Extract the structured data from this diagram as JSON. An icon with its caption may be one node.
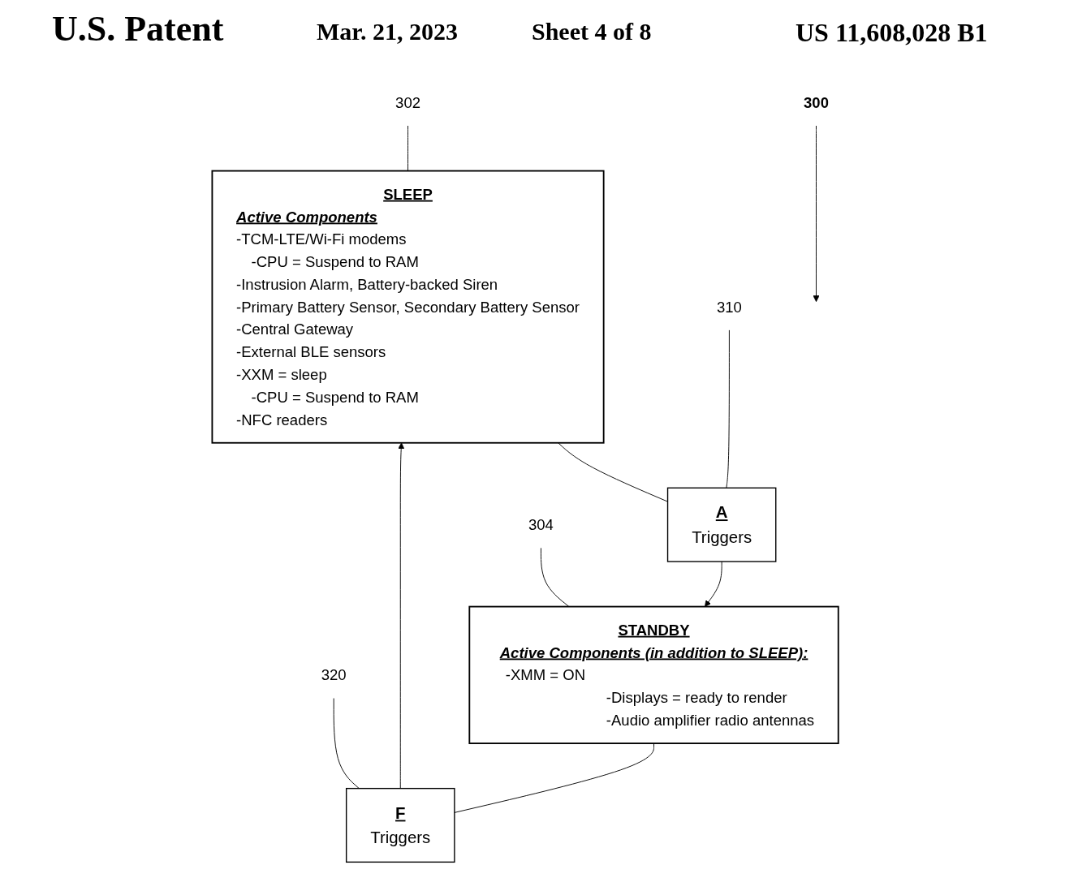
{
  "diagram": {
    "nodes": [
      {
        "text": [
          "300"
        ]
      },
      {
        "text": [
          "302"
        ]
      },
      {
        "text": [
          "SLEEP",
          "Active Components",
          "-TCM-LTE/Wi-Fi modems",
          "-CPU = Suspend to RAM",
          "-Instrusion Alarm, Battery-backed Siren",
          "-Primary Battery Sensor, Secondary Battery Sensor",
          "-Central Gateway",
          "-External BLE sensors",
          "-XXM = sleep",
          "-CPU = Suspend to RAM",
          "-NFC readers"
        ]
      },
      {
        "text": [
          "320"
        ]
      },
      {
        "text": [
          "310"
        ]
      },
      {
        "text": [
          "F",
          "Triggers"
        ]
      },
      {
        "text": [
          "A",
          "Triggers"
        ]
      },
      {
        "text": [
          "304"
        ]
      },
      {
        "text": [
          "STANDBY",
          "Active Components (in addition to SLEEP):",
          "-XMM = ON",
          "-Displays = ready to render",
          "-Audio amplifier radio antennas"
        ]
      }
    ],
    "edges": [
      {
        "from": 0,
        "to": null,
        "arrow": "to"
      },
      {
        "from": 1,
        "to": 2,
        "arrow": "none"
      },
      {
        "from": 2,
        "to": 6,
        "arrow": "none"
      },
      {
        "from": 6,
        "to": 8,
        "arrow": "to"
      },
      {
        "from": 8,
        "to": 5,
        "arrow": "none"
      },
      {
        "from": 5,
        "to": 2,
        "arrow": "to"
      },
      {
        "from": 3,
        "to": 5,
        "arrow": "none"
      },
      {
        "from": 4,
        "to": 6,
        "arrow": "none"
      },
      {
        "from": 7,
        "to": 8,
        "arrow": "none"
      }
    ],
    "labels": [
      "U.S. Patent",
      "Mar. 21, 2023",
      "Sheet 4 of 8",
      "US 11,608,028 B1"
    ]
  }
}
